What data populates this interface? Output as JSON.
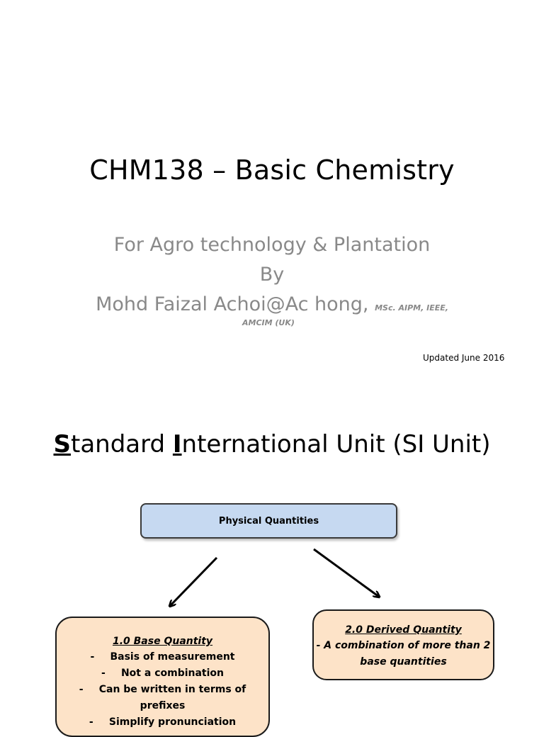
{
  "slide1": {
    "title": "CHM138 – Basic Chemistry",
    "subtitle": "For Agro technology & Plantation",
    "by": "By",
    "author": "Mohd Faizal Achoi@Ac hong,",
    "qualifications_1": "MSc. AIPM, IEEE,",
    "qualifications_2": "AMCIM (UK)",
    "updated": "Updated June 2016"
  },
  "slide2": {
    "title_cap_s": "S",
    "title_part1": "tandard ",
    "title_cap_i": "I",
    "title_part2": "nternational Unit (SI Unit)",
    "physical_quantities": "Physical Quantities",
    "base_quantity": {
      "heading": "1.0 Base Quantity",
      "items": [
        {
          "bullet": "-",
          "text": "Basis of measurement"
        },
        {
          "bullet": "-",
          "text": "Not a combination"
        },
        {
          "bullet": "-",
          "text": "Can be written in terms of"
        },
        {
          "bullet": "",
          "text": "prefixes"
        },
        {
          "bullet": "-",
          "text": "Simplify pronunciation"
        }
      ]
    },
    "derived_quantity": {
      "heading": "2.0 Derived Quantity",
      "line1": "- A combination of more than 2",
      "line2": "base quantities"
    }
  },
  "colors": {
    "pq_fill": "#c6d9f1",
    "quantity_fill": "#fde3c8",
    "subtitle_gray": "#898989"
  }
}
